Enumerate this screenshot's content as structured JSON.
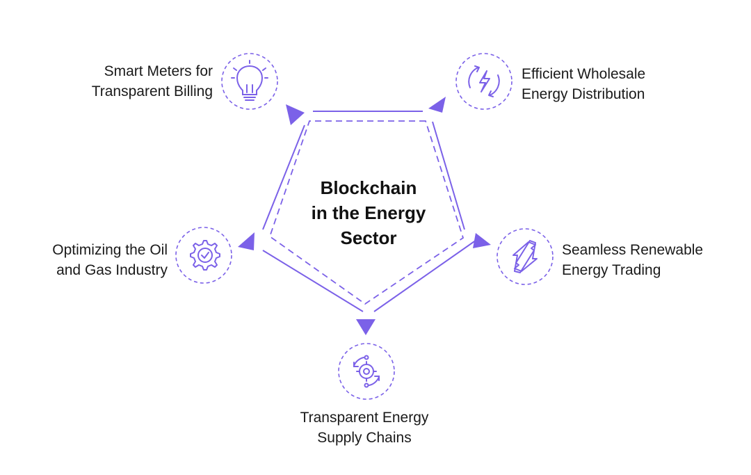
{
  "center": {
    "lines": [
      "Blockchain",
      "in the Energy",
      "Sector"
    ]
  },
  "nodes": [
    {
      "id": "smart-meters",
      "icon": "lightbulb-icon",
      "lines": [
        "Smart Meters for",
        "Transparent Billing"
      ]
    },
    {
      "id": "wholesale",
      "icon": "energy-cycle-icon",
      "lines": [
        "Efficient Wholesale",
        "Energy Distribution"
      ]
    },
    {
      "id": "renewable-trading",
      "icon": "exchange-arrows-icon",
      "lines": [
        "Seamless Renewable",
        "Energy Trading"
      ]
    },
    {
      "id": "supply-chains",
      "icon": "gear-cycle-icon",
      "lines": [
        "Transparent Energy",
        "Supply Chains"
      ]
    },
    {
      "id": "oil-gas",
      "icon": "gear-check-icon",
      "lines": [
        "Optimizing the Oil",
        "and Gas Industry"
      ]
    }
  ],
  "colors": {
    "accent": "#7b61e8",
    "text": "#1a1a1a"
  }
}
